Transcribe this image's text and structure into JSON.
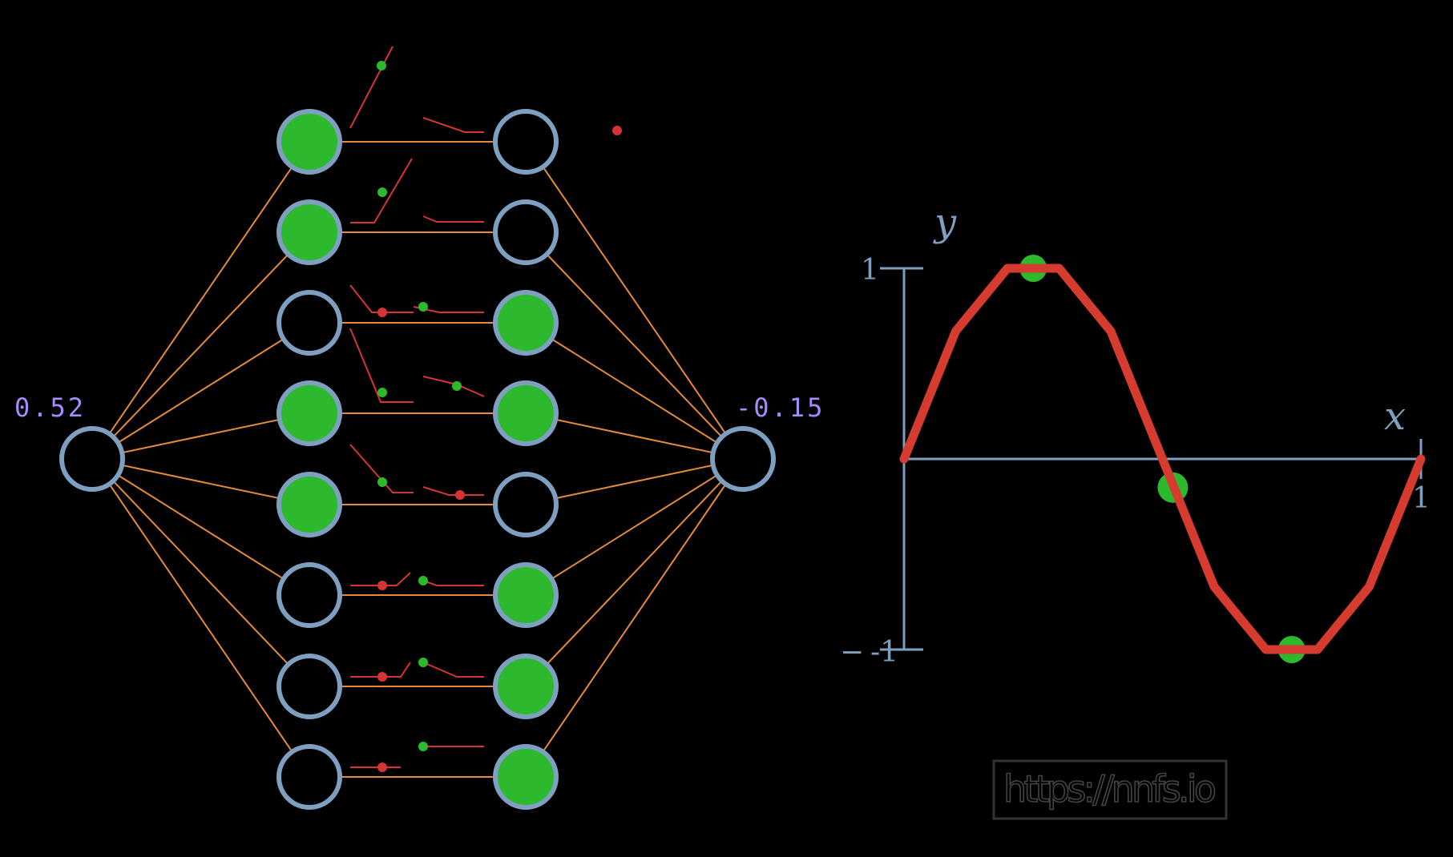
{
  "network": {
    "input_value": "0.52",
    "output_value": "-0.15",
    "layer1_active": [
      true,
      true,
      false,
      true,
      true,
      false,
      false,
      false
    ],
    "layer2_active": [
      false,
      false,
      true,
      true,
      false,
      true,
      true,
      true
    ]
  },
  "chart_data": {
    "type": "line",
    "title": "",
    "xlabel": "x",
    "ylabel": "y",
    "xlim": [
      0,
      1
    ],
    "ylim": [
      -1,
      1
    ],
    "x_ticks": [
      "1"
    ],
    "y_ticks": [
      "1",
      "-1"
    ],
    "series": [
      {
        "x": [
          0,
          0.1,
          0.2,
          0.3,
          0.4,
          0.5,
          0.6,
          0.7,
          0.8,
          0.9,
          1.0
        ],
        "y": [
          0.0,
          0.67,
          1.0,
          1.0,
          0.67,
          0.0,
          -0.67,
          -1.0,
          -1.0,
          -0.67,
          0.0
        ]
      }
    ],
    "points": [
      {
        "x": 0.52,
        "y": -0.15
      },
      {
        "x": 0.25,
        "y": 1.0
      },
      {
        "x": 0.75,
        "y": -1.0
      }
    ]
  },
  "watermark": {
    "text": "https://nnfs.io"
  },
  "colors": {
    "node_stroke": "#7e9fc0",
    "node_active": "#2db92d",
    "edge": "#e58b3a",
    "relu_line": "#d63434",
    "value_text": "#a78bfa",
    "axis": "#7e9fc0",
    "curve": "#d53b2f"
  }
}
